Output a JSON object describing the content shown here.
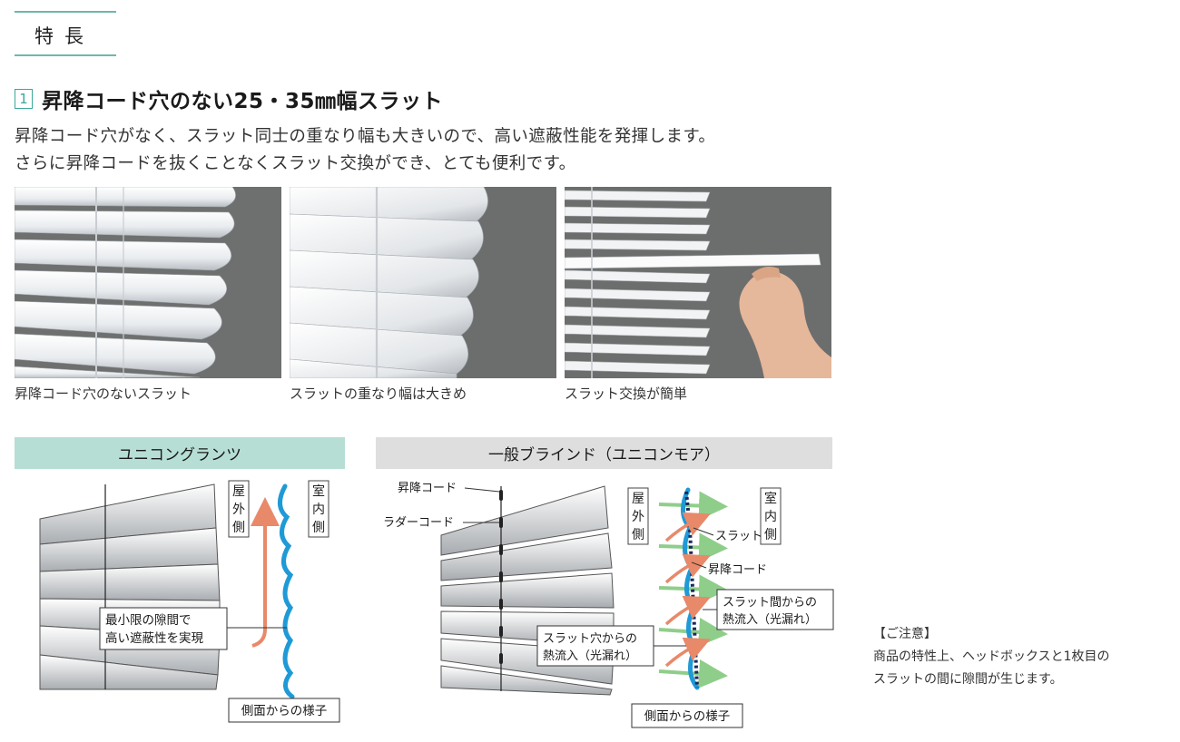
{
  "section": {
    "label": "特長"
  },
  "feature": {
    "number": "1",
    "title": "昇降コード穴のない25・35㎜幅スラット",
    "desc_line1": "昇降コード穴がなく、スラット同士の重なり幅も大きいので、高い遮蔽性能を発揮します。",
    "desc_line2": "さらに昇降コードを抜くことなくスラット交換ができ、とても便利です。"
  },
  "photos": [
    {
      "caption": "昇降コード穴のないスラット"
    },
    {
      "caption": "スラットの重なり幅は大きめ"
    },
    {
      "caption": "スラット交換が簡単"
    }
  ],
  "left_diagram": {
    "header": "ユニコングランツ",
    "outdoor": "屋外側",
    "indoor": "室内側",
    "callout_line1": "最小限の隙間で",
    "callout_line2": "高い遮蔽性を実現",
    "side_view": "側面からの様子"
  },
  "right_diagram": {
    "header": "一般ブラインド（ユニコンモア）",
    "lift_cord": "昇降コード",
    "ladder_cord": "ラダーコード",
    "outdoor": "屋外側",
    "indoor": "室内側",
    "slat": "スラット",
    "lift_cord2": "昇降コード",
    "gap_heat_line1": "スラット間からの",
    "gap_heat_line2": "熱流入（光漏れ）",
    "hole_heat_line1": "スラット穴からの",
    "hole_heat_line2": "熱流入（光漏れ）",
    "side_view": "側面からの様子"
  },
  "note": {
    "title": "【ご注意】",
    "line1": "商品の特性上、ヘッドボックスと1枚目の",
    "line2": "スラットの間に隙間が生じます。"
  },
  "colors": {
    "accent_teal": "#3aa89a",
    "band_teal": "#b6ded5",
    "band_gray": "#dedede",
    "heat_arrow": "#e8896a",
    "light_arrow": "#8fce8a",
    "slat_blue": "#1f9ad6"
  }
}
